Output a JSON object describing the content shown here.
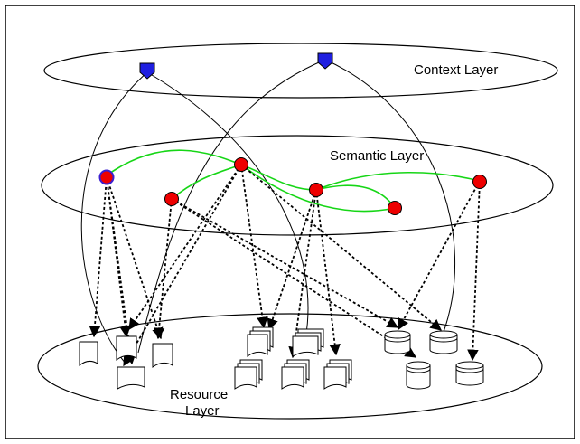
{
  "layers": {
    "context": "Context Layer",
    "semantic": "Semantic Layer",
    "resource_line1": "Resource",
    "resource_line2": "Layer"
  },
  "colors": {
    "context_marker": "#1f1fe0",
    "semantic_node": "#ee0000",
    "semantic_node_outline": "#3a1fd0",
    "semantic_link": "#16d616",
    "edge": "#000000"
  },
  "icons": {
    "context_marker": "pentagon-marker-icon",
    "semantic_node": "circle-node-icon",
    "document": "document-icon",
    "multi_document": "multi-document-icon",
    "database": "database-icon"
  }
}
